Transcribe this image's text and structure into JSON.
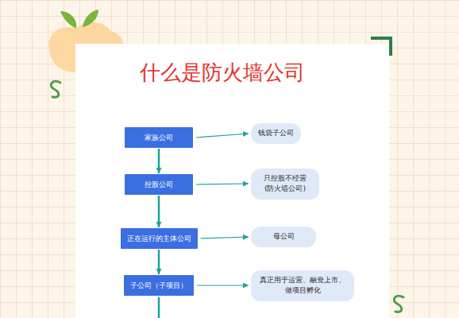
{
  "diagram": {
    "title": "什么是防火墙公司",
    "nodes": [
      {
        "text": [
          "家族公司"
        ]
      },
      {
        "text": [
          "钱袋子公司"
        ]
      },
      {
        "text": [
          "控股公司"
        ]
      },
      {
        "text": [
          "只控股不经营 (防火墙公司)"
        ]
      },
      {
        "text": [
          "正在运行的主体公司"
        ]
      },
      {
        "text": [
          "母公司"
        ]
      },
      {
        "text": [
          "子公司（子项目）"
        ]
      },
      {
        "text": [
          "真正用于运营、融资上市、 做项目孵化"
        ]
      }
    ],
    "edges": [
      {
        "from": 0,
        "to": 2,
        "arrow": "to"
      },
      {
        "from": 2,
        "to": 4,
        "arrow": "to"
      },
      {
        "from": 4,
        "to": 6,
        "arrow": "to"
      },
      {
        "from": 0,
        "to": 1,
        "arrow": "to"
      },
      {
        "from": 2,
        "to": 3,
        "arrow": "to"
      },
      {
        "from": 4,
        "to": 5,
        "arrow": "to"
      },
      {
        "from": 6,
        "to": 7,
        "arrow": "to"
      }
    ]
  }
}
